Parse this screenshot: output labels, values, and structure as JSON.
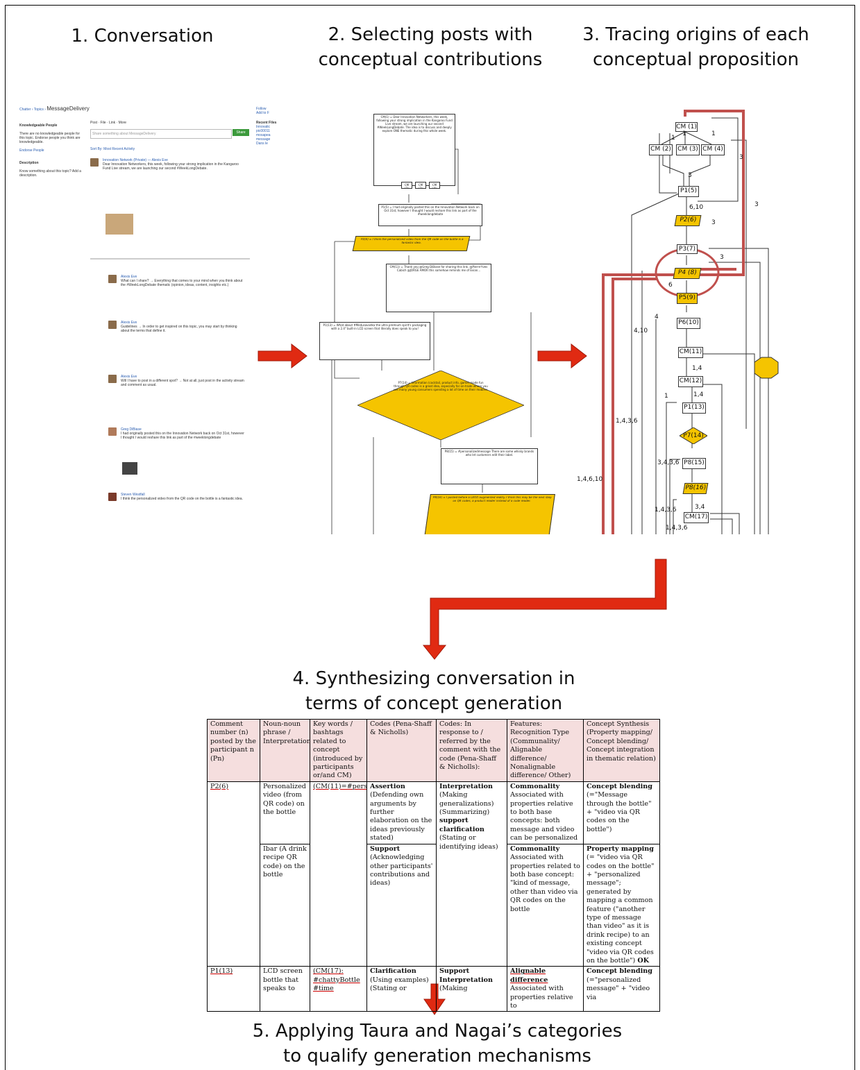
{
  "titles": {
    "step1": "1. Conversation",
    "step2_line1": "2. Selecting posts with",
    "step2_line2": "conceptual contributions",
    "step3_line1": "3. Tracing origins of each",
    "step3_line2": "conceptual proposition",
    "step4_line1": "4. Synthesizing  conversation in",
    "step4_line2": "terms of concept generation",
    "step5_line1": "5. Applying Taura and Nagai’s categories",
    "step5_line2": "to qualify generation mechanisms"
  },
  "chatter": {
    "breadcrumb": "Chatter › Topics › ",
    "topic": "MessageDelivery",
    "knowledgeable_people": "Knowledgeable People",
    "no_people": "There are no knowledgeable people for this topic. Endorse people you think are knowledgeable.",
    "endorse": "Endorse People",
    "description": "Description",
    "description_text": "Know something about this topic? Add a description.",
    "tabs": [
      "Post",
      "File",
      "Link",
      "More"
    ],
    "share_placeholder": "Share something about MessageDelivery",
    "share_button": "Share",
    "sort": "Sort By: Most Recent Activity",
    "right_items": [
      "Follow",
      "Add to F",
      "Recent Files",
      "Innovatic",
      "pic00011",
      "mosapea",
      "message",
      "Dans le"
    ],
    "posts": [
      {
        "author": "Innovation Network (Private) — Alexis Eve",
        "text": "Dear Innovation Networkers, this week, following your strong implication in the Kangaroo Fund Live stream, we are launching our second #WeekLongDebate."
      },
      {
        "author": "Alexis Eve",
        "text": "What can I share? → Everything that comes to your mind when you think about the #WeekLongDebate thematic (opinion, ideas, content, insights etc.)"
      },
      {
        "author": "Alexis Eve",
        "text": "Guidelines → In order to get inspired on this topic, you may start by thinking about the terms that define it."
      },
      {
        "author": "Alexis Eve",
        "text": "Will I have to post in a different spot? → Not at all, just post in the activity stream and comment as usual."
      },
      {
        "author": "Greg DiBiase",
        "text": "I had originally posted this on the Innovation Network back on Oct 31st, however I thought I would reshare this link as part of the #weeklongdebate"
      },
      {
        "author": "Steven Westfall",
        "text": "I think the personalized video from the QR code on the bottle is a fantastic idea."
      }
    ]
  },
  "flowchart": {
    "cm1": "CM(1) = Dear Innovation Networkers, this week, following your strong implication in the Kangaroo Fund Live stream, we are launching our second #WeekLongDebate. The idea is to discuss and deeply explore ONE thematic during this whole week.",
    "cm2": "CM (2)",
    "cm3": "CM (3)",
    "cm4": "CM (4)",
    "p15": "P1(5) = I had originally posted this on the Innovation Network back on Oct 31st, however I thought I would reshare this link as part of the #weeklongdebate",
    "p26": "P2(6) = I think the personalized video from the QR code on the bottle is a fantastic idea.",
    "cm11": "CM(11) = Thank you @Greg DiBiase for sharing this link. @Pierre-Yves Cabich @JORGE AMOR this somehow reminds me of Evian...",
    "p113": "P1(13) = What about #Medusavodka the ultra premium spirit's packaging with a 2.4\" built-in LCD screen that literally does speak to you!",
    "p714": "P7(14) = Information (cocktail, product info, game) made fun through QR codes is a great idea, especially for on-trade where you see many young consumers spending a lot of time on their mobiles.",
    "p815": "P8(15) = #personalizedmessage There are some whisky brands who let customers edit their label.",
    "p816": "P8(16) = I posted before a LEGO augmented reality. I think this may be the next step on QR codes, a product reader instead of a code reader."
  },
  "graph": {
    "nodes": [
      "CM (1)",
      "CM (2)",
      "CM (3)",
      "CM (4)",
      "P1(5)",
      "P2(6)",
      "P3(7)",
      "P4 (8)",
      "P5(9)",
      "P6(10)",
      "CM(11)",
      "CM(12)",
      "P1(13)",
      "P7(14)",
      "P8(15)",
      "P8(16)",
      "CM(17)"
    ],
    "edge_labels": [
      "1",
      "1",
      "1",
      "3",
      "3",
      "6,10",
      "3",
      "3",
      "3",
      "6",
      "4",
      "4,10",
      "1,4",
      "1,4",
      "1",
      "1,4,3,6",
      "3,4,3,6",
      "1,4,6,10",
      "1,4,3,6",
      "3,4",
      "1,4,3,6"
    ]
  },
  "table": {
    "headers": [
      "Comment number (n) posted by the participant n (Pn)",
      "Noun-noun phrase / Interpretation",
      "Key words / bashtags related to concept (introduced by participants or/and CM)",
      "Codes (Pena-Shaff & Nicholls)",
      "Codes: In response to / referred by the comment with the code (Pena-Shaff & Nicholls):",
      "Features: Recognition Type (Communality/ Alignable difference/ Nonalignable difference/ Other)",
      "Concept Synthesis (Property mapping/ Concept blending/ Concept integration in thematic relation)"
    ],
    "rows": [
      {
        "c0": "P2(6)",
        "c1": "Personalized video (from QR code) on the bottle",
        "c2": "(CM(11)=#personalizedMessage)",
        "c3a": "Assertion",
        "c3b": "(Defending own arguments by further elaboration on the ideas previously stated)",
        "c4a": "Interpretation",
        "c4b": "(Making generalizations) (Summarizing)",
        "c4c": "support clarification",
        "c4d": "(Stating or identifying ideas)",
        "c5a": "Commonality",
        "c5b": "Associated with properties relative to both base concepts: both message and video can be personalized",
        "c6a": "Concept blending",
        "c6b": "(=\"Message through the bottle\" + \"video via QR codes on the bottle\")"
      },
      {
        "c1": "Ibar (A drink recipe QR code) on the bottle",
        "c3a": "Support",
        "c3b": "(Acknowledging other participants' contributions and ideas)",
        "c5a": "Commonality",
        "c5b": "Associated with properties related to both base concept: \"kind of message, other than video via QR codes on the bottle",
        "c6a": "Property mapping",
        "c6b": "(= \"video via QR codes on the bottle\" + \"personalized message\"; generated by mapping a common feature (\"another type of message than video\" as it is drink recipe) to an existing concept \"video via QR codes on the bottle\")",
        "c6c": "OK"
      },
      {
        "c0": "P1(13)",
        "c1": "LCD screen bottle that speaks to",
        "c2": "(CM(17): #chattyBottle #time",
        "c3a": "Clarification",
        "c3b": "(Using examples) (Stating or",
        "c4a": "Support",
        "c4b": "Interpretation",
        "c4c": "(Making",
        "c5a": "Alignable difference",
        "c5b": "Associated with properties relative to",
        "c6a": "Concept blending",
        "c6b": "(=\"personalized message\" + \"video via"
      }
    ]
  },
  "colors": {
    "arrow": "#e02a12",
    "highlight": "#f5c400",
    "trace": "#c0504d",
    "header_bg": "#f5dede"
  }
}
